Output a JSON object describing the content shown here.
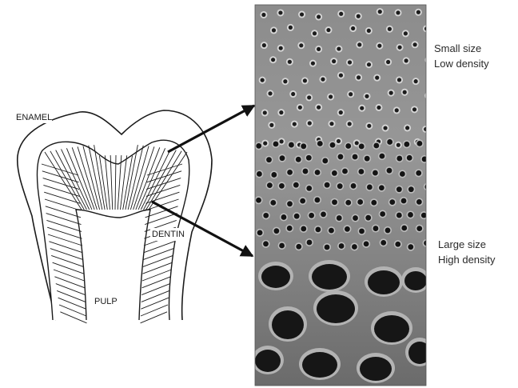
{
  "tooth_labels": {
    "enamel": "ENAMEL",
    "dentin": "DENTIN",
    "pulp": "PULP"
  },
  "annotations": {
    "top": {
      "line1": "Small size",
      "line2": "Low density"
    },
    "bottom": {
      "line1": "Large size",
      "line2": "High density"
    }
  },
  "colors": {
    "outline": "#1a1a1a",
    "micrograph_light": "#9a9a9a",
    "micrograph_dark": "#1c1c1c"
  }
}
